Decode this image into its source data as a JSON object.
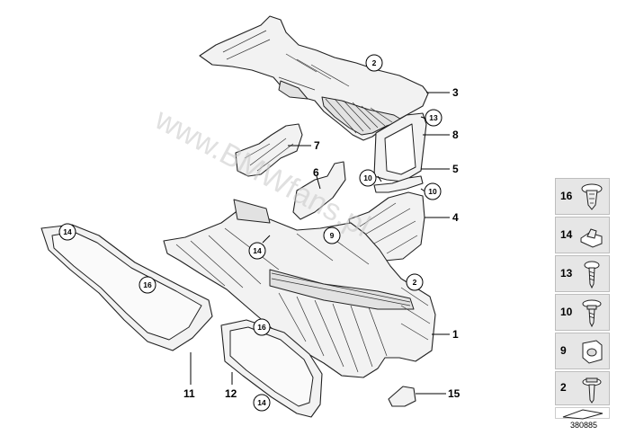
{
  "callouts": {
    "c1": "1",
    "c3": "3",
    "c4": "4",
    "c5": "5",
    "c6": "6",
    "c7": "7",
    "c8": "8",
    "c11": "11",
    "c12": "12",
    "c15": "15"
  },
  "circled": {
    "top_2": "2",
    "a13": "13",
    "a10": "10",
    "b10": "10",
    "a14": "14",
    "a9": "9",
    "b2": "2",
    "l14": "14",
    "l16": "16",
    "r16": "16",
    "r14": "14"
  },
  "legend": [
    {
      "num": "16",
      "icon": "push-clip-icon"
    },
    {
      "num": "14",
      "icon": "spring-nut-icon"
    },
    {
      "num": "13",
      "icon": "torx-screw-icon"
    },
    {
      "num": "10",
      "icon": "collar-screw-icon"
    },
    {
      "num": "9",
      "icon": "clip-nut-icon"
    },
    {
      "num": "2",
      "icon": "hex-flange-screw-icon"
    },
    {
      "num": "",
      "icon": "mat-arrow-icon"
    }
  ],
  "watermark": "www.BMWfans.pl",
  "ref_number": "380885"
}
